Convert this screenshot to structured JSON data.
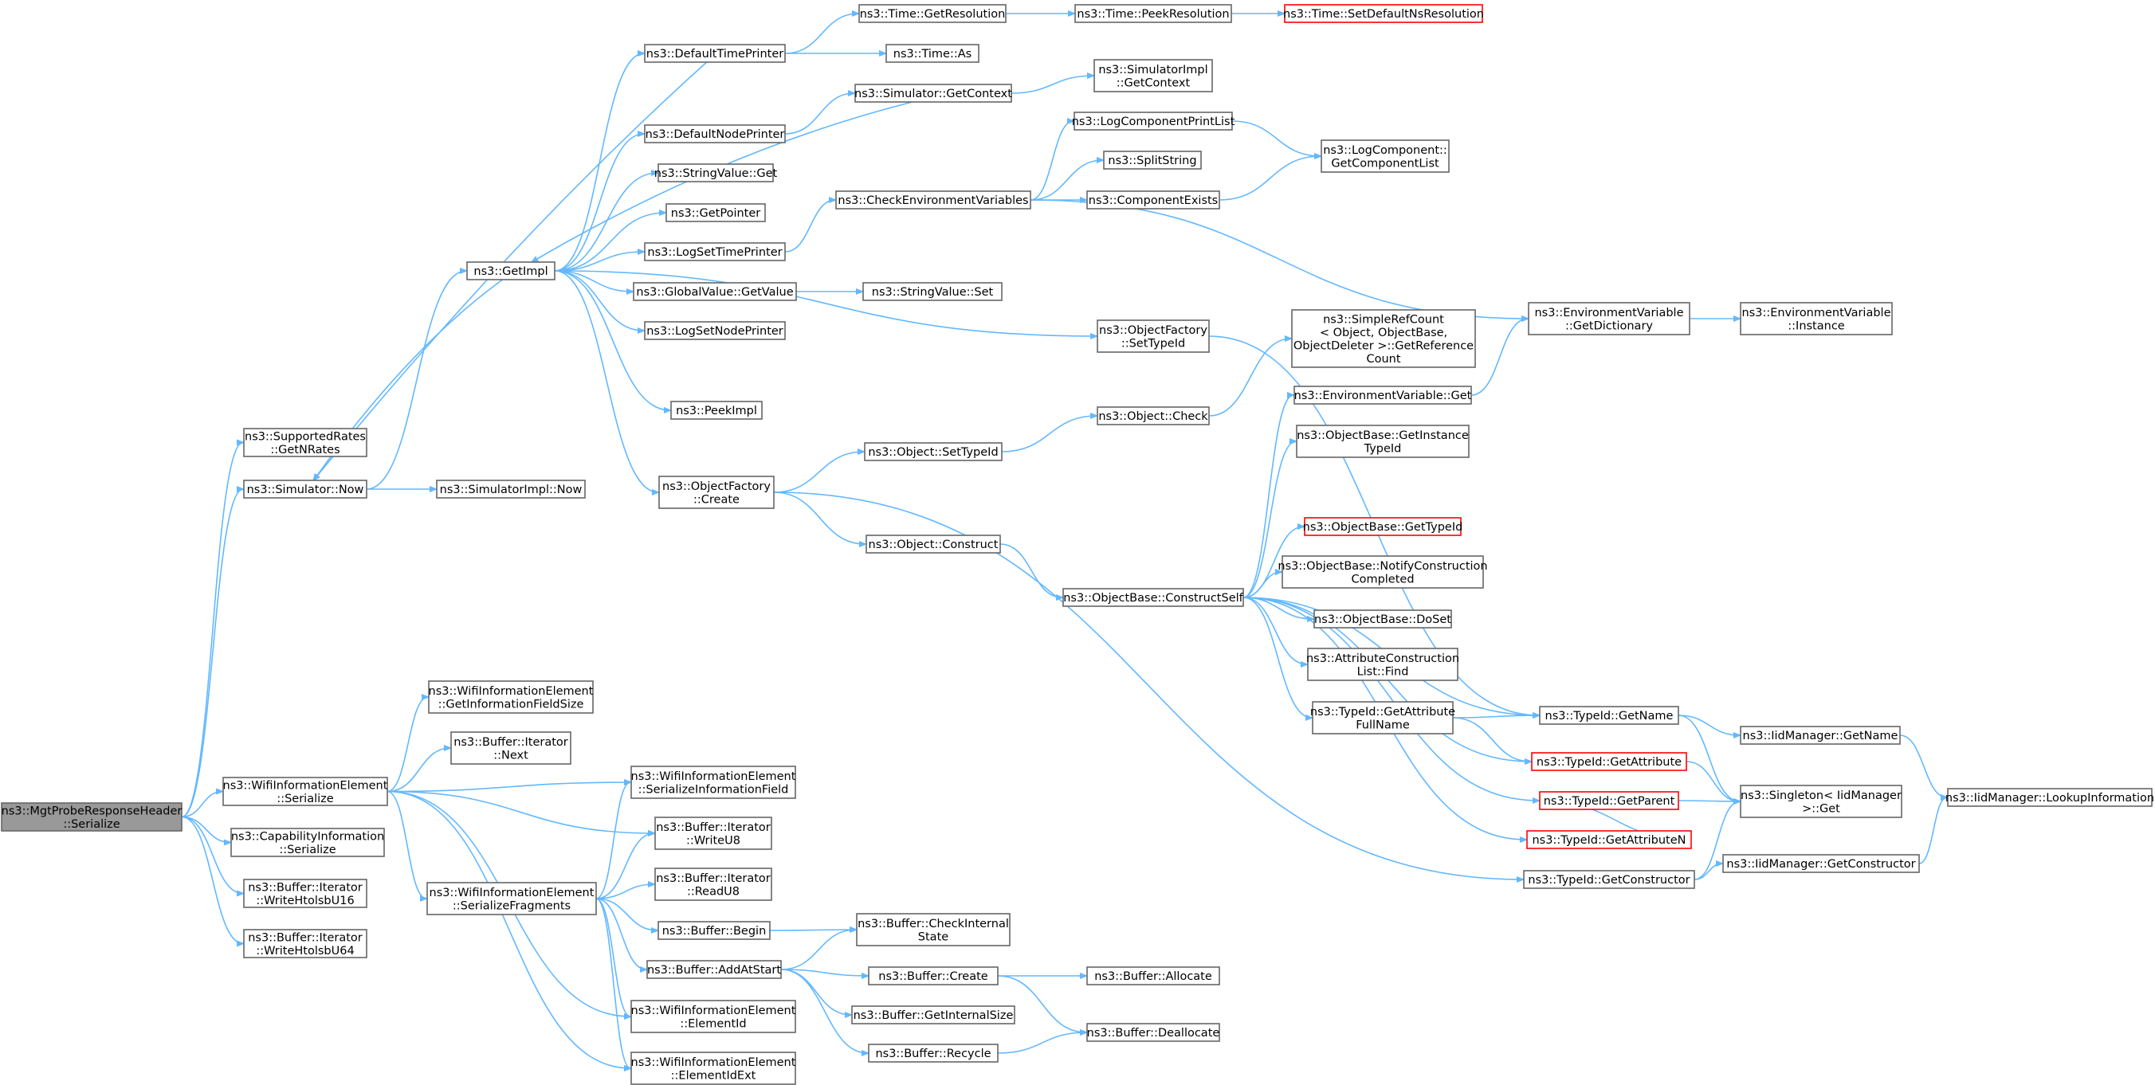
{
  "nodes": [
    {
      "id": "root",
      "lines": [
        "ns3::MgtProbeResponseHeader",
        "::Serialize"
      ],
      "root": true
    },
    {
      "id": "supportedRates",
      "lines": [
        "ns3::SupportedRates",
        "::GetNRates"
      ]
    },
    {
      "id": "simNow",
      "lines": [
        "ns3::Simulator::Now"
      ]
    },
    {
      "id": "wieSerialize",
      "lines": [
        "ns3::WifiInformationElement",
        "::Serialize"
      ]
    },
    {
      "id": "capSerialize",
      "lines": [
        "ns3::CapabilityInformation",
        "::Serialize"
      ]
    },
    {
      "id": "writeHtolsbU16",
      "lines": [
        "ns3::Buffer::Iterator",
        "::WriteHtolsbU16"
      ]
    },
    {
      "id": "writeHtolsbU64",
      "lines": [
        "ns3::Buffer::Iterator",
        "::WriteHtolsbU64"
      ]
    },
    {
      "id": "getImpl",
      "lines": [
        "ns3::GetImpl"
      ]
    },
    {
      "id": "simImplNow",
      "lines": [
        "ns3::SimulatorImpl::Now"
      ]
    },
    {
      "id": "defTimePrinter",
      "lines": [
        "ns3::DefaultTimePrinter"
      ]
    },
    {
      "id": "defNodePrinter",
      "lines": [
        "ns3::DefaultNodePrinter"
      ]
    },
    {
      "id": "strValGet",
      "lines": [
        "ns3::StringValue::Get"
      ]
    },
    {
      "id": "getPointer",
      "lines": [
        "ns3::GetPointer"
      ]
    },
    {
      "id": "logSetTimePrinter",
      "lines": [
        "ns3::LogSetTimePrinter"
      ]
    },
    {
      "id": "gvGetValue",
      "lines": [
        "ns3::GlobalValue::GetValue"
      ]
    },
    {
      "id": "logSetNodePrinter",
      "lines": [
        "ns3::LogSetNodePrinter"
      ]
    },
    {
      "id": "peekImpl",
      "lines": [
        "ns3::PeekImpl"
      ]
    },
    {
      "id": "ofCreate",
      "lines": [
        "ns3::ObjectFactory",
        "::Create"
      ]
    },
    {
      "id": "timeGetRes",
      "lines": [
        "ns3::Time::GetResolution"
      ]
    },
    {
      "id": "timeAs",
      "lines": [
        "ns3::Time::As"
      ]
    },
    {
      "id": "simGetContext",
      "lines": [
        "ns3::Simulator::GetContext"
      ]
    },
    {
      "id": "checkEnvVars",
      "lines": [
        "ns3::CheckEnvironmentVariables"
      ]
    },
    {
      "id": "strValSet",
      "lines": [
        "ns3::StringValue::Set"
      ]
    },
    {
      "id": "objSetTypeId",
      "lines": [
        "ns3::Object::SetTypeId"
      ]
    },
    {
      "id": "objConstruct",
      "lines": [
        "ns3::Object::Construct"
      ]
    },
    {
      "id": "timePeekRes",
      "lines": [
        "ns3::Time::PeekResolution"
      ]
    },
    {
      "id": "simImplGetContext",
      "lines": [
        "ns3::SimulatorImpl",
        "::GetContext"
      ]
    },
    {
      "id": "logCompPrintList",
      "lines": [
        "ns3::LogComponentPrintList"
      ]
    },
    {
      "id": "splitString",
      "lines": [
        "ns3::SplitString"
      ]
    },
    {
      "id": "compExists",
      "lines": [
        "ns3::ComponentExists"
      ]
    },
    {
      "id": "ofSetTypeId",
      "lines": [
        "ns3::ObjectFactory",
        "::SetTypeId"
      ]
    },
    {
      "id": "objCheck",
      "lines": [
        "ns3::Object::Check"
      ]
    },
    {
      "id": "obConstructSelf",
      "lines": [
        "ns3::ObjectBase::ConstructSelf"
      ]
    },
    {
      "id": "timeSetDefault",
      "lines": [
        "ns3::Time::SetDefaultNsResolution"
      ],
      "red": true
    },
    {
      "id": "logCompGetList",
      "lines": [
        "ns3::LogComponent::",
        "GetComponentList"
      ]
    },
    {
      "id": "simpleRefCount",
      "lines": [
        "ns3::SimpleRefCount",
        "< Object, ObjectBase,",
        "ObjectDeleter >::GetReference",
        "Count"
      ]
    },
    {
      "id": "envVarGet",
      "lines": [
        "ns3::EnvironmentVariable::Get"
      ]
    },
    {
      "id": "obGetInstTypeId",
      "lines": [
        "ns3::ObjectBase::GetInstance",
        "TypeId"
      ]
    },
    {
      "id": "obGetTypeId",
      "lines": [
        "ns3::ObjectBase::GetTypeId"
      ],
      "red": true
    },
    {
      "id": "obNotifyConstr",
      "lines": [
        "ns3::ObjectBase::NotifyConstruction",
        "Completed"
      ]
    },
    {
      "id": "obDoSet",
      "lines": [
        "ns3::ObjectBase::DoSet"
      ]
    },
    {
      "id": "attrConstrFind",
      "lines": [
        "ns3::AttributeConstruction",
        "List::Find"
      ]
    },
    {
      "id": "tidGetAttrFullName",
      "lines": [
        "ns3::TypeId::GetAttribute",
        "FullName"
      ]
    },
    {
      "id": "envVarGetDict",
      "lines": [
        "ns3::EnvironmentVariable",
        "::GetDictionary"
      ]
    },
    {
      "id": "envVarInstance",
      "lines": [
        "ns3::EnvironmentVariable",
        "::Instance"
      ]
    },
    {
      "id": "tidGetName",
      "lines": [
        "ns3::TypeId::GetName"
      ]
    },
    {
      "id": "tidGetAttribute",
      "lines": [
        "ns3::TypeId::GetAttribute"
      ],
      "red": true
    },
    {
      "id": "tidGetParent",
      "lines": [
        "ns3::TypeId::GetParent"
      ],
      "red": true
    },
    {
      "id": "tidGetAttributeN",
      "lines": [
        "ns3::TypeId::GetAttributeN"
      ],
      "red": true
    },
    {
      "id": "tidGetConstructor",
      "lines": [
        "ns3::TypeId::GetConstructor"
      ]
    },
    {
      "id": "iidGetName",
      "lines": [
        "ns3::IidManager::GetName"
      ]
    },
    {
      "id": "singletonGet",
      "lines": [
        "ns3::Singleton< IidManager",
        ">::Get"
      ]
    },
    {
      "id": "iidGetConstructor",
      "lines": [
        "ns3::IidManager::GetConstructor"
      ]
    },
    {
      "id": "iidLookup",
      "lines": [
        "ns3::IidManager::LookupInformation"
      ]
    },
    {
      "id": "wieGetInfoFieldSize",
      "lines": [
        "ns3::WifiInformationElement",
        "::GetInformationFieldSize"
      ]
    },
    {
      "id": "bufIterNext",
      "lines": [
        "ns3::Buffer::Iterator",
        "::Next"
      ]
    },
    {
      "id": "wieSerInfoField",
      "lines": [
        "ns3::WifiInformationElement",
        "::SerializeInformationField"
      ]
    },
    {
      "id": "bufIterWriteU8",
      "lines": [
        "ns3::Buffer::Iterator",
        "::WriteU8"
      ]
    },
    {
      "id": "wieSerFragments",
      "lines": [
        "ns3::WifiInformationElement",
        "::SerializeFragments"
      ]
    },
    {
      "id": "bufIterReadU8",
      "lines": [
        "ns3::Buffer::Iterator",
        "::ReadU8"
      ]
    },
    {
      "id": "bufBegin",
      "lines": [
        "ns3::Buffer::Begin"
      ]
    },
    {
      "id": "bufAddAtStart",
      "lines": [
        "ns3::Buffer::AddAtStart"
      ]
    },
    {
      "id": "wieElementId",
      "lines": [
        "ns3::WifiInformationElement",
        "::ElementId"
      ]
    },
    {
      "id": "wieElementIdExt",
      "lines": [
        "ns3::WifiInformationElement",
        "::ElementIdExt"
      ]
    },
    {
      "id": "bufCheckInternal",
      "lines": [
        "ns3::Buffer::CheckInternal",
        "State"
      ]
    },
    {
      "id": "bufCreate",
      "lines": [
        "ns3::Buffer::Create"
      ]
    },
    {
      "id": "bufGetInternalSize",
      "lines": [
        "ns3::Buffer::GetInternalSize"
      ]
    },
    {
      "id": "bufRecycle",
      "lines": [
        "ns3::Buffer::Recycle"
      ]
    },
    {
      "id": "bufAllocate",
      "lines": [
        "ns3::Buffer::Allocate"
      ]
    },
    {
      "id": "bufDeallocate",
      "lines": [
        "ns3::Buffer::Deallocate"
      ]
    }
  ],
  "edges": [
    [
      "root",
      "supportedRates"
    ],
    [
      "root",
      "simNow"
    ],
    [
      "root",
      "wieSerialize"
    ],
    [
      "root",
      "capSerialize"
    ],
    [
      "root",
      "writeHtolsbU16"
    ],
    [
      "root",
      "writeHtolsbU64"
    ],
    [
      "simNow",
      "getImpl"
    ],
    [
      "simNow",
      "simImplNow"
    ],
    [
      "getImpl",
      "defTimePrinter"
    ],
    [
      "getImpl",
      "defNodePrinter"
    ],
    [
      "getImpl",
      "strValGet"
    ],
    [
      "getImpl",
      "getPointer"
    ],
    [
      "getImpl",
      "logSetTimePrinter"
    ],
    [
      "getImpl",
      "gvGetValue"
    ],
    [
      "getImpl",
      "logSetNodePrinter"
    ],
    [
      "getImpl",
      "peekImpl"
    ],
    [
      "getImpl",
      "ofCreate"
    ],
    [
      "getImpl",
      "ofSetTypeId"
    ],
    [
      "getImpl",
      "simNow"
    ],
    [
      "defTimePrinter",
      "timeGetRes"
    ],
    [
      "defTimePrinter",
      "timeAs"
    ],
    [
      "defTimePrinter",
      "simNow"
    ],
    [
      "defNodePrinter",
      "simGetContext"
    ],
    [
      "simGetContext",
      "simImplGetContext"
    ],
    [
      "simGetContext",
      "getImpl"
    ],
    [
      "logSetTimePrinter",
      "checkEnvVars"
    ],
    [
      "gvGetValue",
      "strValSet"
    ],
    [
      "timeGetRes",
      "timePeekRes"
    ],
    [
      "timePeekRes",
      "timeSetDefault"
    ],
    [
      "checkEnvVars",
      "logCompPrintList"
    ],
    [
      "checkEnvVars",
      "splitString"
    ],
    [
      "checkEnvVars",
      "compExists"
    ],
    [
      "checkEnvVars",
      "envVarGetDict"
    ],
    [
      "logCompPrintList",
      "logCompGetList"
    ],
    [
      "compExists",
      "logCompGetList"
    ],
    [
      "ofSetTypeId",
      "tidGetName"
    ],
    [
      "ofCreate",
      "objSetTypeId"
    ],
    [
      "ofCreate",
      "objConstruct"
    ],
    [
      "ofCreate",
      "tidGetConstructor"
    ],
    [
      "objSetTypeId",
      "objCheck"
    ],
    [
      "objCheck",
      "simpleRefCount"
    ],
    [
      "objConstruct",
      "obConstructSelf"
    ],
    [
      "obConstructSelf",
      "envVarGet"
    ],
    [
      "obConstructSelf",
      "obGetInstTypeId"
    ],
    [
      "obConstructSelf",
      "obGetTypeId"
    ],
    [
      "obConstructSelf",
      "obNotifyConstr"
    ],
    [
      "obConstructSelf",
      "obDoSet"
    ],
    [
      "obConstructSelf",
      "attrConstrFind"
    ],
    [
      "obConstructSelf",
      "tidGetAttrFullName"
    ],
    [
      "obConstructSelf",
      "tidGetAttribute"
    ],
    [
      "obConstructSelf",
      "tidGetParent"
    ],
    [
      "obConstructSelf",
      "tidGetAttributeN"
    ],
    [
      "obConstructSelf",
      "tidGetName"
    ],
    [
      "envVarGet",
      "envVarGetDict"
    ],
    [
      "envVarGetDict",
      "envVarInstance"
    ],
    [
      "tidGetAttrFullName",
      "tidGetName"
    ],
    [
      "tidGetAttrFullName",
      "tidGetAttribute"
    ],
    [
      "tidGetName",
      "iidGetName"
    ],
    [
      "tidGetName",
      "singletonGet"
    ],
    [
      "tidGetAttribute",
      "singletonGet"
    ],
    [
      "tidGetParent",
      "singletonGet"
    ],
    [
      "tidGetAttributeN",
      "tidGetParent"
    ],
    [
      "tidGetConstructor",
      "singletonGet"
    ],
    [
      "tidGetConstructor",
      "iidGetConstructor"
    ],
    [
      "iidGetName",
      "iidLookup"
    ],
    [
      "iidGetConstructor",
      "iidLookup"
    ],
    [
      "wieSerialize",
      "wieGetInfoFieldSize"
    ],
    [
      "wieSerialize",
      "bufIterNext"
    ],
    [
      "wieSerialize",
      "wieSerInfoField"
    ],
    [
      "wieSerialize",
      "bufIterWriteU8"
    ],
    [
      "wieSerialize",
      "wieSerFragments"
    ],
    [
      "wieSerialize",
      "wieElementId"
    ],
    [
      "wieSerialize",
      "wieElementIdExt"
    ],
    [
      "wieSerFragments",
      "wieSerInfoField"
    ],
    [
      "wieSerFragments",
      "bufIterWriteU8"
    ],
    [
      "wieSerFragments",
      "bufIterReadU8"
    ],
    [
      "wieSerFragments",
      "bufBegin"
    ],
    [
      "wieSerFragments",
      "bufAddAtStart"
    ],
    [
      "wieSerFragments",
      "wieElementId"
    ],
    [
      "wieSerFragments",
      "wieElementIdExt"
    ],
    [
      "bufBegin",
      "bufCheckInternal"
    ],
    [
      "bufAddAtStart",
      "bufCheckInternal"
    ],
    [
      "bufAddAtStart",
      "bufCreate"
    ],
    [
      "bufAddAtStart",
      "bufGetInternalSize"
    ],
    [
      "bufAddAtStart",
      "bufRecycle"
    ],
    [
      "bufCreate",
      "bufAllocate"
    ],
    [
      "bufCreate",
      "bufDeallocate"
    ],
    [
      "bufRecycle",
      "bufDeallocate"
    ]
  ]
}
